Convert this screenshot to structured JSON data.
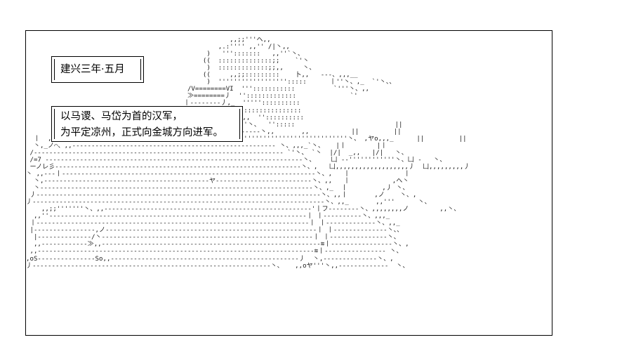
{
  "scene": {
    "type": "ascii-art-visual-novel-panel",
    "background_color": "#ffffff",
    "frame_color": "#000000",
    "text_color": "#000000"
  },
  "date_box": {
    "label": "建兴三年·五月"
  },
  "narration_box": {
    "line1": "以马谡、马岱为首的汉军，",
    "line2": "为平定凉州，正式向金城方向进军。"
  },
  "ascii_art": {
    "description": "mountain-range-landscape",
    "body": "                                                                                                          \n                                                     ,,;;'''ヘ,,                                          \n                                                  ,.:'''' ,,'' /|丶,,                                      \n                                               )   ''':::::::   ,,''`丶、                                  \n                                              ((  ::::::::::::::;;    `'丶                                 \n                                               )  :::::::::::::;;,,     丶、                               \n                                              ((     ,,;;:::::::::    卜,,   ‐--、,,,__                     \n                                               )  '''''''''''''''''':::::      丨''丶、,_  `'丶、、              \n                                          /V========VI  ''':::::::::::          `'''丶、,,                 \n                                          ≫========丿  '':::::::::::::              `'                   \n                                         丨--------丿,_  '''''::::::::::                                   \n                                         |--------丿  ''':::::::::::::::                                  \n                                        丶 ------------、,,  ''::::::::::                                  \n                                      丿  ------------- `'丶、  '':::::                          ||         \n           一 上,,,,,,,,,,              丿 -------------------丶,,       ,,           ||         ||        \n  丨  ,丨丶 ,ノ  -‐''''''''''''''''''''''''''''''''''''''''''''''''''''''''''''''''''丶、 ,ヤo,,,_      ||         ||         \n  丶,_ノ⌒、,,----------------------------------------------------- 丶、,,,_`丶、   |丨        |丨         \n /----------------------------------------------------------------- `'丶、 `丶  |/|  _,,   |/|   丶、    \n /=7 -------------------------------------------------------------------丶、    凵 -‐''''''''''''丶、凵 -   丶、  \n ーノレ彡----------------------------------------------------------------丶、,   凵,,,,,,,,,,,,,,,,,,,丿  凵,,,,,,,,,丿 \n丶 ,,---丨------------------------------------------------------------------丶、,   丨              丨      \n  丶,-------------------------------------------ヤ-------------------------丶、,,   丨           ,ヘ丶     \n  丶-----------------------------------------------------------------------丶、,_  丨         ,丿 丶、    \n 丿--------------------------------------------------------------------------丶、,,丨       ,ノ    丶、,  \n丿----------------------------------------------------------------------------丶、,,_       ,,'''      丶、 \n    ,,;;'''''''丶、,,-----------------------------------------------------‐'丨フ--------丶、,,,,,,,,ノ        ,,丶、\n  ,,''-------------------------------------------------------------------丨 丨----------丶、,,,_          \n 丨-----------------------------------------------------------------------丨 丨-------------丶、,,_       \n |----------------,ノ-------------------------------------------------------丨 丨--------------丶、、      \n  |--------------/丶-------------------------------------------------------丨 丨---------------丶、     \n  ,,------------≫,,---------------------------------------------------------≋丨----------------丶、,   \n ,,------------------------------------------------------------------------≋丨---------------- 丶、  \n,oS---------------So,,-------------------------------------------------丿  丶,--------------丶、,   \n丿--------------------------------------------------------------丶、   ,,oヤ'''丶,,-------------  丶、 \n                                                                                                          "
  }
}
